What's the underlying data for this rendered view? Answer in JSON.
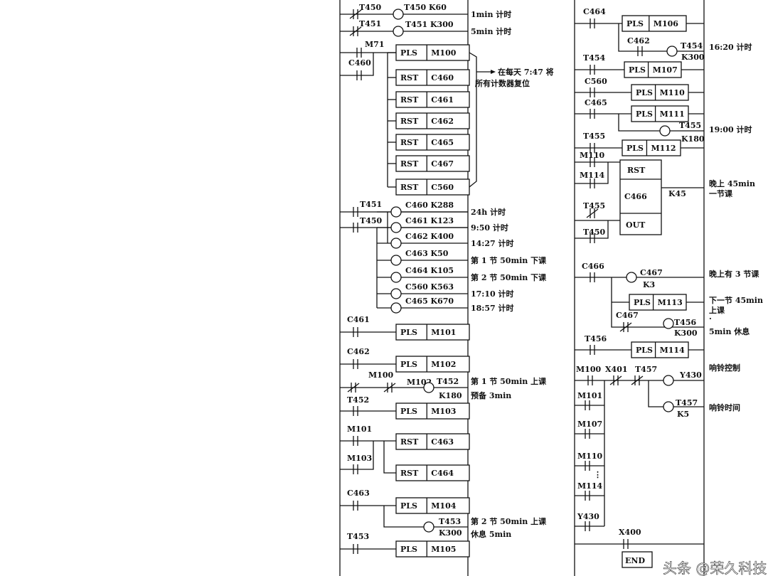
{
  "left": {
    "contacts": [
      "T450",
      "T451",
      "M71",
      "C460",
      "T451",
      "T450",
      "C461",
      "C462",
      "M100",
      "M102",
      "T452",
      "M101",
      "M103",
      "C463",
      "T453"
    ],
    "coils": [
      "T450  K60",
      "T451  K300",
      "C460  K288",
      "C461  K123",
      "C462  K400",
      "C463  K50",
      "C464  K105",
      "C560  K563",
      "C465  K670",
      "T452",
      "K180",
      "T453",
      "K300"
    ],
    "boxes": [
      [
        "PLS",
        "M100"
      ],
      [
        "RST",
        "C460"
      ],
      [
        "RST",
        "C461"
      ],
      [
        "RST",
        "C462"
      ],
      [
        "RST",
        "C465"
      ],
      [
        "RST",
        "C467"
      ],
      [
        "RST",
        "C560"
      ],
      [
        "PLS",
        "M101"
      ],
      [
        "PLS",
        "M102"
      ],
      [
        "PLS",
        "M103"
      ],
      [
        "RST",
        "C463"
      ],
      [
        "RST",
        "C464"
      ],
      [
        "PLS",
        "M104"
      ],
      [
        "PLS",
        "M105"
      ]
    ],
    "notes": [
      "1min 计时",
      "5min 计时",
      "在每天 7:47 将",
      "所有计数器复位",
      "24h 计时",
      "9:50 计时",
      "14:27 计时",
      "第 1 节 50min 下课",
      "第 2 节 50min 下课",
      "17:10 计时",
      "18:57 计时",
      "第 1 节 50min 上课",
      "预备 3min",
      "第 2 节 50min 上课",
      "休息 5min"
    ]
  },
  "right": {
    "contacts": [
      "C464",
      "C462",
      "T454",
      "C560",
      "C465",
      "T455",
      "M110",
      "M114",
      "T455",
      "T450",
      "C466",
      "C467",
      "T456",
      "M100",
      "X401",
      "T457",
      "M101",
      "M107",
      "M110",
      "M114",
      "Y430",
      "X400"
    ],
    "coils": [
      "T454",
      "K300",
      "T455",
      "K180",
      "C467",
      "K3",
      "T456",
      "K300",
      "Y430",
      "T457",
      "K5",
      "K45"
    ],
    "boxes": [
      [
        "PLS",
        "M106"
      ],
      [
        "PLS",
        "M107"
      ],
      [
        "PLS",
        "M110"
      ],
      [
        "PLS",
        "M111"
      ],
      [
        "PLS",
        "M112"
      ],
      [
        "PLS",
        "M113"
      ],
      [
        "PLS",
        "M114"
      ]
    ],
    "counter_box": [
      "RST",
      "C466",
      "OUT"
    ],
    "end_box": "END",
    "dots": "⋮",
    "notes": [
      "16:20 计时",
      "19:00 计时",
      "晚上 45min",
      "一节课",
      "晚上有 3 节课",
      "下一节 45min",
      "上课",
      "·",
      "5min 休息",
      "响铃控制",
      "响铃时间"
    ]
  },
  "watermark": "头条 @荣久科技"
}
